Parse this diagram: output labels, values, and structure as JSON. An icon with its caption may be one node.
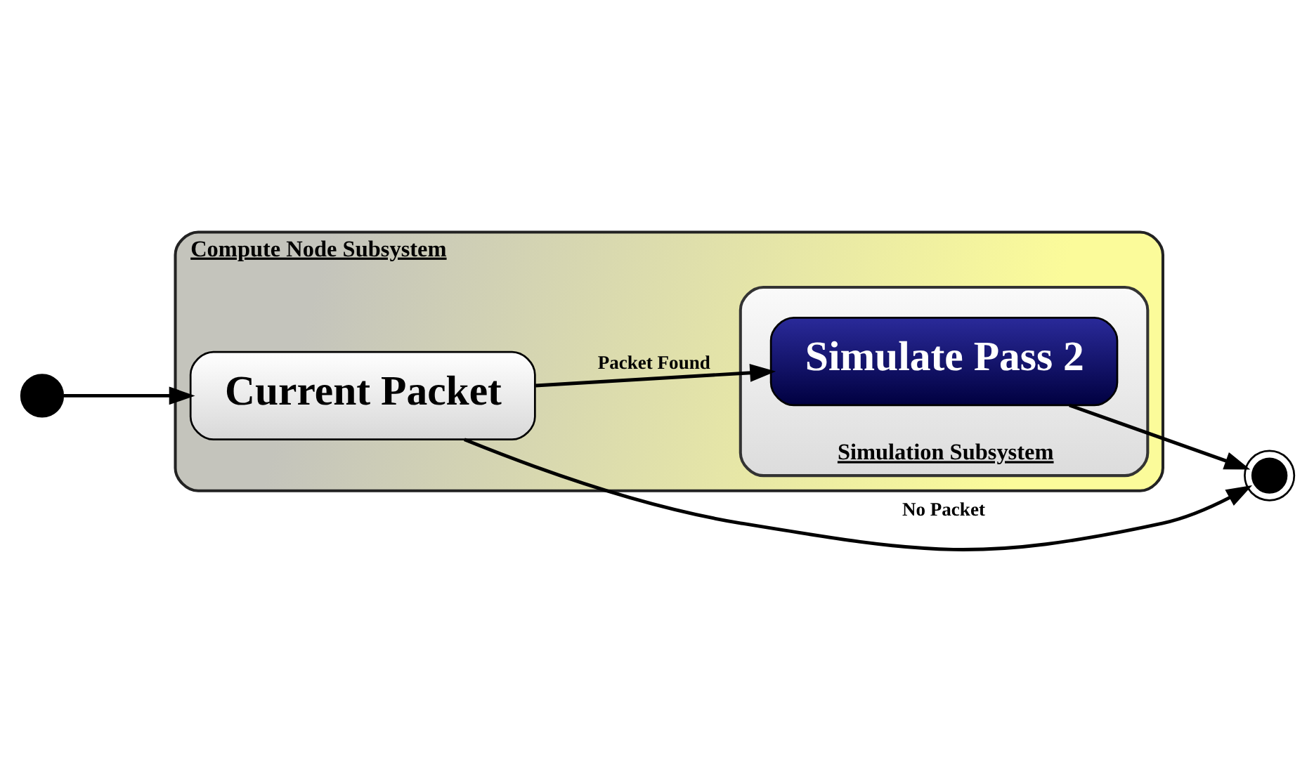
{
  "diagram": {
    "nodes": [
      {
        "text": [
          "Compute Node Subsystem"
        ]
      },
      {
        "text": [],
        "shape": "circle"
      },
      {
        "text": [
          "Current Packet"
        ],
        "in": 0
      },
      {
        "text": [
          "Simulation Subsystem"
        ],
        "in": 0
      },
      {
        "text": [
          "Simulate Pass 2"
        ],
        "in": 3
      },
      {
        "text": [],
        "shape": "circle"
      }
    ],
    "edges": [
      {
        "from": 1,
        "to": 2,
        "arrow": "to"
      },
      {
        "from": 2,
        "to": 5,
        "label": "No Packet",
        "arrow": "to"
      },
      {
        "from": 2,
        "to": 4,
        "label": "Packet Found",
        "arrow": "to"
      },
      {
        "from": 4,
        "to": 5,
        "arrow": "to"
      }
    ]
  }
}
